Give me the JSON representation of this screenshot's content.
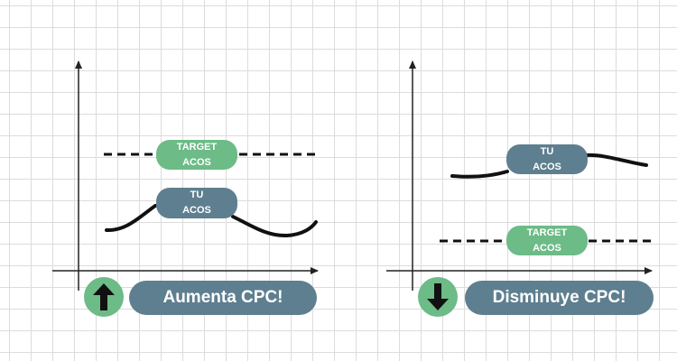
{
  "colors": {
    "target": "#6dbb87",
    "tu": "#5e7f8f",
    "line": "#111111",
    "axis": "#222222",
    "grid": "#dcdcdc"
  },
  "left_panel": {
    "target_label": [
      "TARGET",
      "ACOS"
    ],
    "tu_label": [
      "TU",
      "ACOS"
    ],
    "arrow_icon": "arrow-up-icon",
    "action_label": "Aumenta CPC!"
  },
  "right_panel": {
    "target_label": [
      "TARGET",
      "ACOS"
    ],
    "tu_label": [
      "TU",
      "ACOS"
    ],
    "arrow_icon": "arrow-down-icon",
    "action_label": "Disminuye CPC!"
  }
}
